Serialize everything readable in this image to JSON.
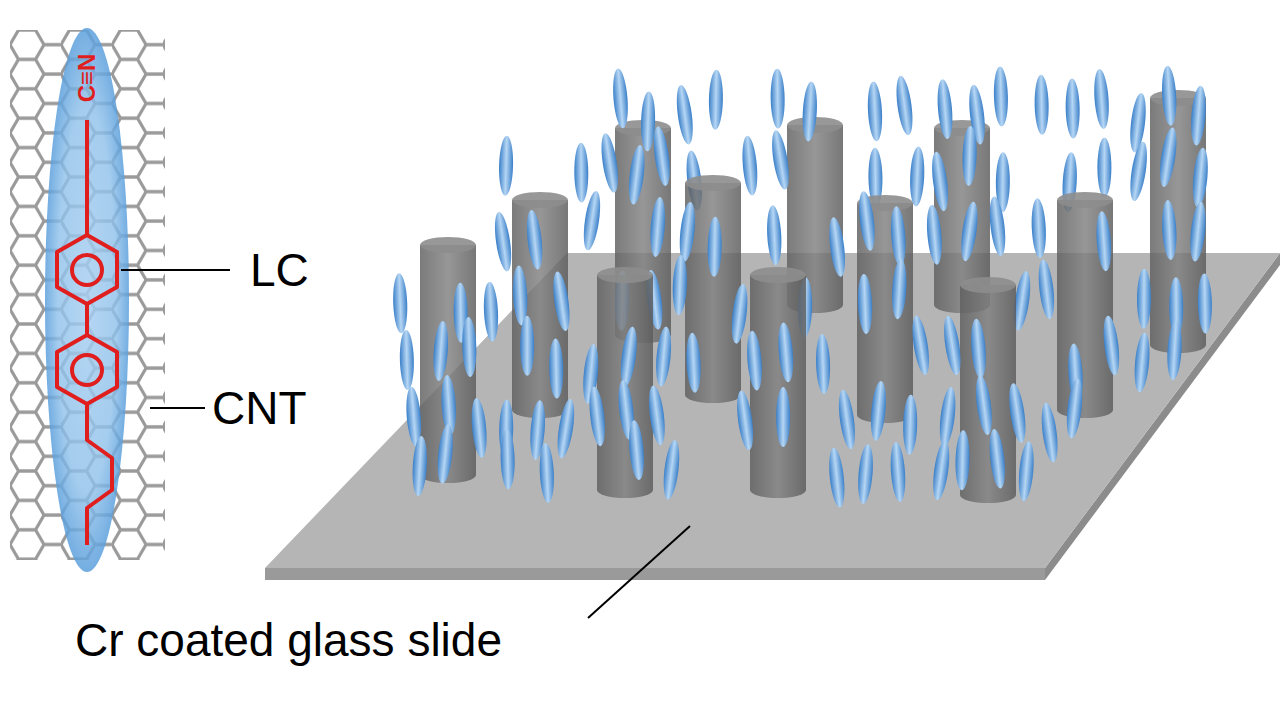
{
  "diagram": {
    "labels": [
      "C≡N",
      "LC",
      "CNT",
      "Cr coated glass slide"
    ]
  }
}
